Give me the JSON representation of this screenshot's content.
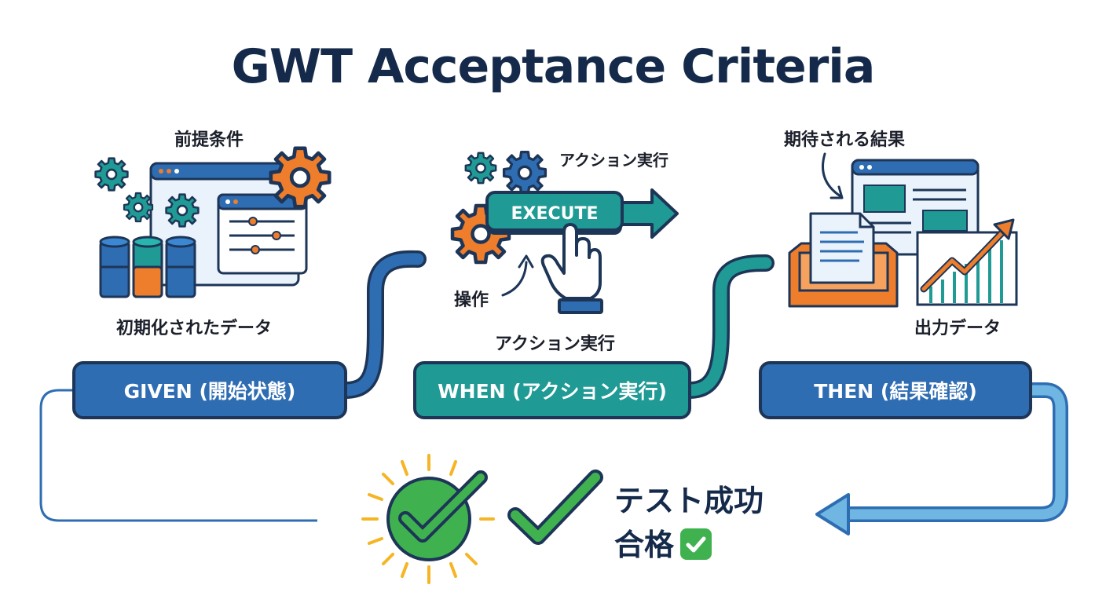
{
  "title": "GWT Acceptance Criteria",
  "given": {
    "button_label": "GIVEN (開始状態)",
    "label_top": "前提条件",
    "label_bottom": "初期化されたデータ"
  },
  "when": {
    "button_label": "WHEN (アクション実行)",
    "label_top": "アクション実行",
    "label_operation": "操作",
    "label_bottom": "アクション実行",
    "execute_label": "EXECUTE"
  },
  "then": {
    "button_label": "THEN (結果確認)",
    "label_top": "期待される結果",
    "label_bottom": "出力データ"
  },
  "result": {
    "line1": "テスト成功",
    "line2": "合格"
  },
  "colors": {
    "navy": "#1d3557",
    "blue": "#2f6db3",
    "teal": "#1f9a94",
    "orange": "#ee7d2c",
    "green": "#3fb24f",
    "sun": "#f5b524"
  },
  "icons": [
    "gear-icon",
    "database-icon",
    "browser-window-icon",
    "sliders-icon",
    "pointer-hand-icon",
    "arrow-icon",
    "document-icon",
    "inbox-tray-icon",
    "growth-chart-icon",
    "checkmark-icon",
    "check-emoji-icon"
  ]
}
